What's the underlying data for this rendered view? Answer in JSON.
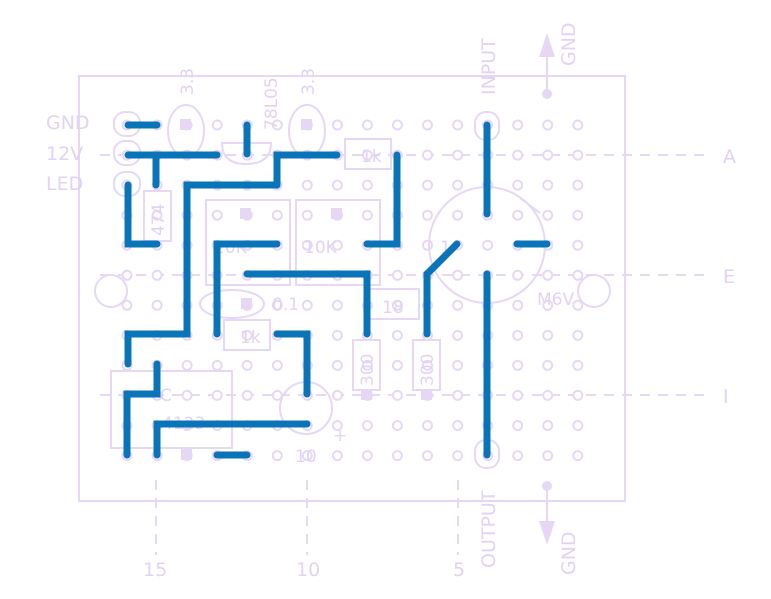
{
  "rows": {
    "a": "A",
    "e": "E",
    "i": "I"
  },
  "columns": {
    "c15": "15",
    "c10": "10",
    "c5": "5"
  },
  "pins": {
    "gnd": "GND",
    "v12": "12V",
    "led": "LED",
    "input": "INPUT",
    "output": "OUTPUT",
    "gnd_top": "GND",
    "gnd_bottom": "GND"
  },
  "components": {
    "cap_left": "3.3",
    "regulator": "78L05",
    "cap_right": "3.3",
    "res_1k_top": "1k",
    "res_474": "474",
    "trim_left": "10K",
    "trim_right": "10K",
    "sensor": "M6V",
    "sensor_pin": "1",
    "cap_small": "0.1",
    "res_1k_mid": "1k",
    "res_18": "18",
    "res_300_left": "300",
    "res_300_right": "300",
    "ic_line1": "C",
    "ic_line2": "4123",
    "cap_bottom": "10",
    "plus": "+"
  },
  "colors": {
    "trace": "#0a74b8",
    "silk": "#e6d8f5"
  }
}
